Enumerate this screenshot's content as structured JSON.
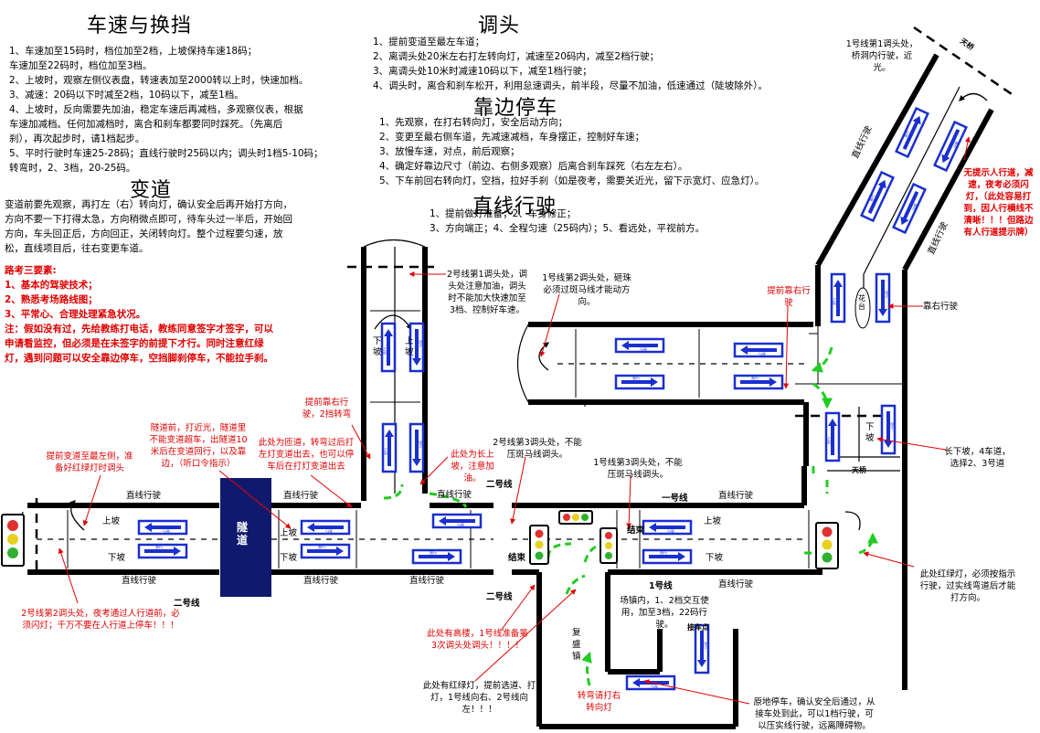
{
  "sections": {
    "speed": {
      "title": "车速与换挡",
      "lines": [
        "1、车速加至15码时，档位加至2档，上坡保持车速18码；",
        "车速加至22码时，档位加至3档。",
        "2、上坡时，观察左侧仪表盘，转速表加至2000转以上时，快速加档。",
        "3、减速：20码以下时减至2档，10码以下，减至1档。",
        "4、上坡时，反向需要先加油，稳定车速后再减档，多观察仪表，根据",
        "车速加减档。任何加减档时，离合和刹车都要同时踩死。（先离后",
        "刹），再次起步时，请1档起步。",
        "5、平时行驶时车速25-28码；直线行驶时25码以内；调头时1档5-10码；",
        "转弯时，2、3档，20-25码。"
      ]
    },
    "lane": {
      "title": "变道",
      "lines": [
        "变道前要先观察，再打左（右）转向灯，确认安全后再开始打方向，",
        "方向不要一下打得太急，方向稍微点即可，待车头过一半后，开始回",
        "方向，车头回正后，方向回正，关闭转向灯。整个过程要匀速，放",
        "松，直线项目后，往右变更车道。"
      ]
    },
    "uturn": {
      "title": "调头",
      "lines": [
        "1、提前变道至最左车道；",
        "2、离调头处20米左右打左转向灯，减速至20码内，减至2档行驶；",
        "3、离调头处10米时减速10码以下，减至1档行驶；",
        "4、调头时，离合和刹车松开，利用怠速调头，前半段，尽量不加油，低速通过（陡坡除外）。"
      ]
    },
    "park": {
      "title": "靠边停车",
      "lines": [
        "1、先观察，在打右转向灯，安全后动方向；",
        "2、变更至最右侧车道，先减速减档，车身摆正，控制好车速；",
        "3、放慢车速，对点，前后观察；",
        "4、确定好靠边尺寸（前边、右侧多观察）后离合刹车踩死（右左左右）。",
        "5、下车前回右转向灯，空挡，拉好手刹（如是夜考，需要关近光，留下示宽灯、应急灯）。"
      ]
    },
    "straight": {
      "title": "直线行驶",
      "lines": [
        "1、提前做好准备；2、车身修正；",
        "3、方向端正；4、全程匀速（25码内）；5、看远处，平视前方。"
      ]
    },
    "exam": {
      "title": "路考三要素:",
      "lines": [
        "1、基本的驾驶技术；",
        "2、熟悉考场路线图；",
        "3、平常心、合理处理紧急状况。",
        "注：假如没有过，先给教练打电话，教练同意签字才签字，可以",
        "申请看监控，但必须是在未签字的前提下才行。同时注意红绿",
        "灯，遇到问题可以安全靠边停车，空挡脚刹停车，不能拉手刹。"
      ]
    }
  },
  "notes": {
    "bridge_uturn1": "1号线第1调头处，桥洞内行驶，近光。",
    "no_ped_light": "无提示人行道，减速，夜考必须闪灯，（此处容易打到，因人行横线不清晰！！！但路边有人行道提示牌）",
    "line2_uturn1": "2号线第1调头处，调头处注意加油，调头时不能加大快速加至3档、控制好车速。",
    "line1_uturn2": "1号线第2调头处，砸珠必须过斑马线才能动方向。",
    "park_right": "提前靠右行驶",
    "park_label": "靠右行驶",
    "downhill": "长下坡，4车道，选择2、3号道",
    "tunnel_note": "隧道前，打近光，隧道里不能变道超车，出隧道10米后在变道回行，以及靠边，（听口令指示）",
    "lane_change_left": "提前变道至最左侧，准备好红绿灯时调头",
    "narrow_note": "此处为匝道，转弯过后打左灯变道出去，也可以停车后在打灯变道出去",
    "right_2nd": "提前靠右行驶，2挡转弯",
    "uphill_note": "此处为长上坡，注意加油。",
    "line2_uturn3": "2号线第3调头处，不能压斑马线调头。",
    "line1_uturn3": "1号线第3调头处，不能压斑马线调头。",
    "line2_uturn2": "2号线第2调头处，夜考通过人行道前，必须闪灯；千万不要在人行道上停车！！！",
    "high_building": "此处有高楼，1号线准备第3次调头处调头！！！！",
    "traffic_light_lane": "此处有红绿灯，提前选道、打灯，1号线向右、2号线向左！！！",
    "turn_right_light": "转弯请打右转向灯",
    "town_note": "场镇内，1、2档交互使用，加至3档，22码行驶。",
    "light_note": "此处红绿灯，必须按指示行驶，过实线弯道后才能打方向。",
    "start_note": "原地停车，确认安全后通过，从接车处到此，可以1档行驶，可以压实线行驶，远离障碍物。"
  },
  "labels": {
    "straight": "直线行驶",
    "uphill": "上坡",
    "downhill": "下坡",
    "tunnel": "隧道",
    "line1": "一号线",
    "line2": "二号线",
    "line1_alt": "1号线",
    "line2_alt": "2号线",
    "finish": "结束",
    "end": "结束",
    "bridge": "天桥",
    "flower": "花台",
    "town": "复盛镇",
    "pickup": "接车点",
    "arrow_text": "直行"
  }
}
